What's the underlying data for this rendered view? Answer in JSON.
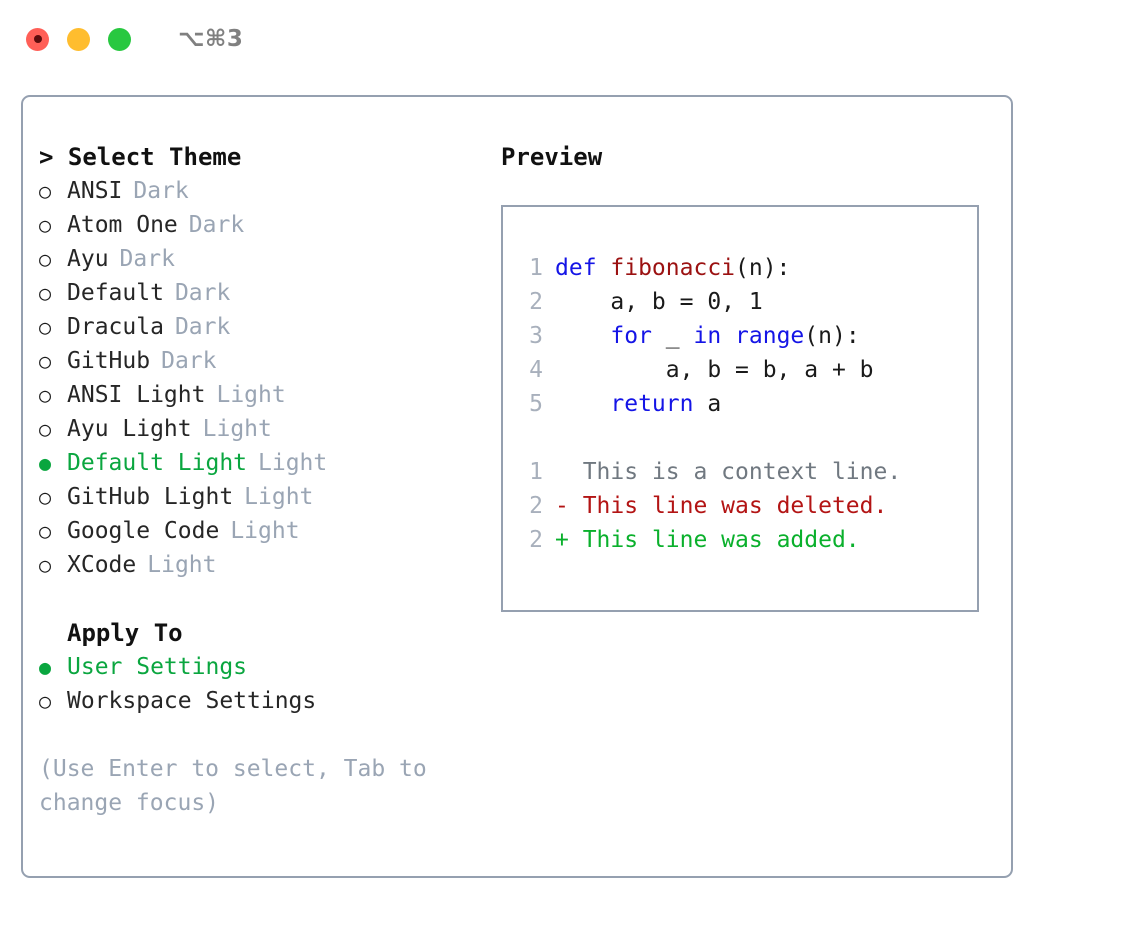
{
  "titlebar": {
    "shortcut": "⌥⌘3",
    "buttons": [
      {
        "name": "close",
        "color": "#ff5f57"
      },
      {
        "name": "minimize",
        "color": "#ffbd2e"
      },
      {
        "name": "maximize",
        "color": "#28c840"
      }
    ]
  },
  "colors": {
    "accent_green": "#0aa63f",
    "muted_gray": "#9aa5b4",
    "border": "#95a0b0",
    "keyword_blue": "#1414e6",
    "function_red": "#9b1111",
    "diff_add_green": "#0ab02c",
    "diff_del_red": "#b31414",
    "line_number": "#a8b0bc"
  },
  "theme_picker": {
    "header": "> Select Theme",
    "items": [
      {
        "marker": "○",
        "name": "ANSI",
        "category": "Dark",
        "selected": false
      },
      {
        "marker": "○",
        "name": "Atom One",
        "category": "Dark",
        "selected": false
      },
      {
        "marker": "○",
        "name": "Ayu",
        "category": "Dark",
        "selected": false
      },
      {
        "marker": "○",
        "name": "Default",
        "category": "Dark",
        "selected": false
      },
      {
        "marker": "○",
        "name": "Dracula",
        "category": "Dark",
        "selected": false
      },
      {
        "marker": "○",
        "name": "GitHub",
        "category": "Dark",
        "selected": false
      },
      {
        "marker": "○",
        "name": "ANSI Light",
        "category": "Light",
        "selected": false
      },
      {
        "marker": "○",
        "name": "Ayu Light",
        "category": "Light",
        "selected": false
      },
      {
        "marker": "●",
        "name": "Default Light",
        "category": "Light",
        "selected": true
      },
      {
        "marker": "○",
        "name": "GitHub Light",
        "category": "Light",
        "selected": false
      },
      {
        "marker": "○",
        "name": "Google Code",
        "category": "Light",
        "selected": false
      },
      {
        "marker": "○",
        "name": "XCode",
        "category": "Light",
        "selected": false
      }
    ]
  },
  "apply_to": {
    "header": "Apply To",
    "items": [
      {
        "marker": "●",
        "name": "User Settings",
        "selected": true
      },
      {
        "marker": "○",
        "name": "Workspace Settings",
        "selected": false
      }
    ]
  },
  "hint": "(Use Enter to select, Tab to change focus)",
  "preview": {
    "header": "Preview",
    "code_lines": [
      {
        "num": "1",
        "tokens": [
          {
            "text": "def ",
            "kind": "kw"
          },
          {
            "text": "fibonacci",
            "kind": "fn"
          },
          {
            "text": "(n):",
            "kind": "pl"
          }
        ]
      },
      {
        "num": "2",
        "tokens": [
          {
            "text": "    a, b = 0, 1",
            "kind": "pl"
          }
        ]
      },
      {
        "num": "3",
        "tokens": [
          {
            "text": "    ",
            "kind": "pl"
          },
          {
            "text": "for",
            "kind": "kw"
          },
          {
            "text": " _ ",
            "kind": "pl"
          },
          {
            "text": "in",
            "kind": "kw"
          },
          {
            "text": " ",
            "kind": "pl"
          },
          {
            "text": "range",
            "kind": "call"
          },
          {
            "text": "(n):",
            "kind": "pl"
          }
        ]
      },
      {
        "num": "4",
        "tokens": [
          {
            "text": "        a, b = b, a + b",
            "kind": "pl"
          }
        ]
      },
      {
        "num": "5",
        "tokens": [
          {
            "text": "    ",
            "kind": "pl"
          },
          {
            "text": "return",
            "kind": "kw"
          },
          {
            "text": " a",
            "kind": "pl"
          }
        ]
      }
    ],
    "diff_lines": [
      {
        "num": "1",
        "sign": " ",
        "text": " This is a context line.",
        "kind": "ctx"
      },
      {
        "num": "2",
        "sign": "-",
        "text": " This line was deleted.",
        "kind": "del"
      },
      {
        "num": "2",
        "sign": "+",
        "text": " This line was added.",
        "kind": "add"
      }
    ]
  }
}
